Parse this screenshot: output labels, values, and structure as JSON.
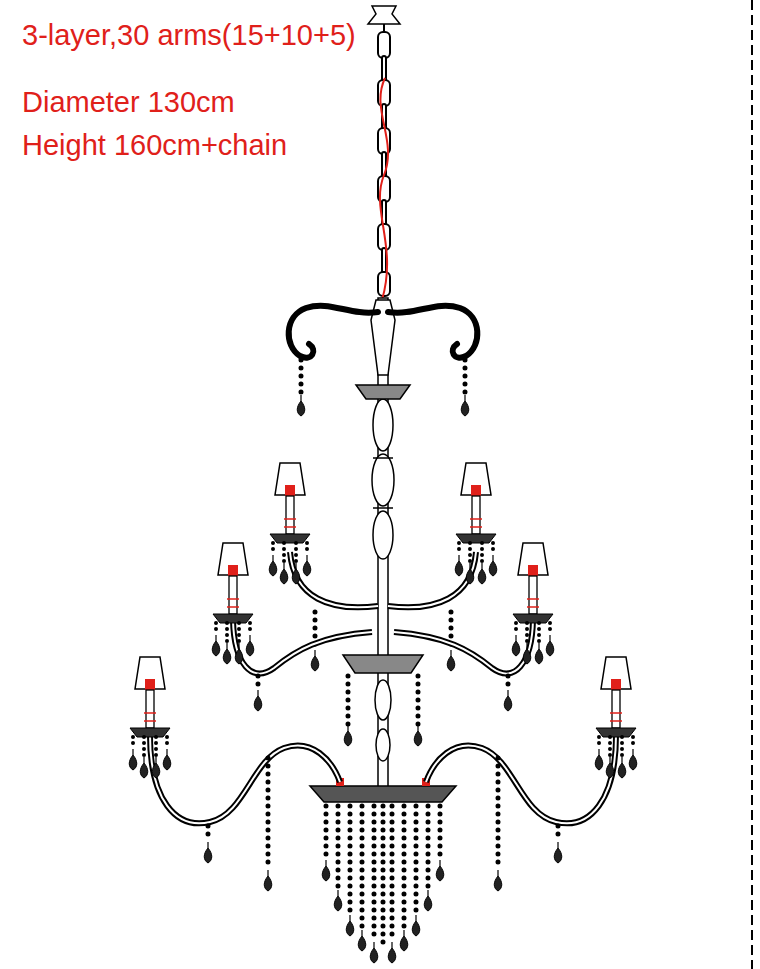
{
  "diagram": {
    "labels": [
      "3-layer,30 arms(15+10+5)",
      "Diameter 130cm",
      "Height 160cm+chain"
    ]
  }
}
